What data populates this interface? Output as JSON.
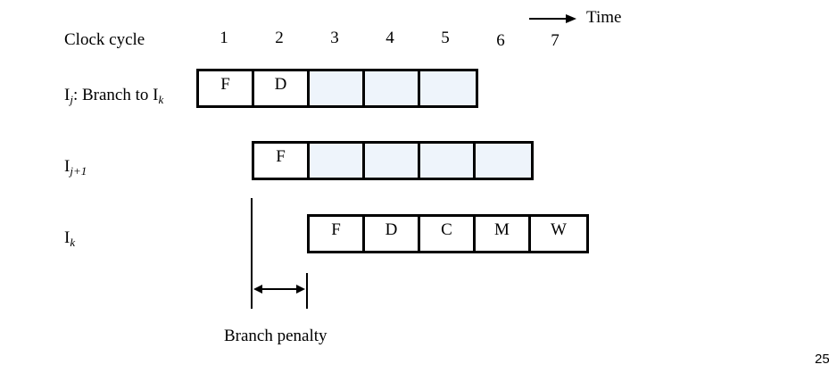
{
  "header": {
    "clock_cycle_label": "Clock cycle",
    "time_label": "Time",
    "cycles": [
      "1",
      "2",
      "3",
      "4",
      "5",
      "6",
      "7"
    ]
  },
  "rows": [
    {
      "label_prefix": "I",
      "label_sub": "j",
      "label_suffix": ": Branch to I",
      "label_suffix_sub": "k",
      "stages": [
        "F",
        "D",
        "",
        "",
        ""
      ]
    },
    {
      "label_prefix": "I",
      "label_sub": "j+1",
      "stages": [
        "F",
        "",
        "",
        "",
        ""
      ]
    },
    {
      "label_prefix": "I",
      "label_sub": "k",
      "stages": [
        "F",
        "D",
        "C",
        "M",
        "W"
      ]
    }
  ],
  "annotation": {
    "branch_penalty_label": "Branch penalty"
  },
  "slide_number": "25"
}
